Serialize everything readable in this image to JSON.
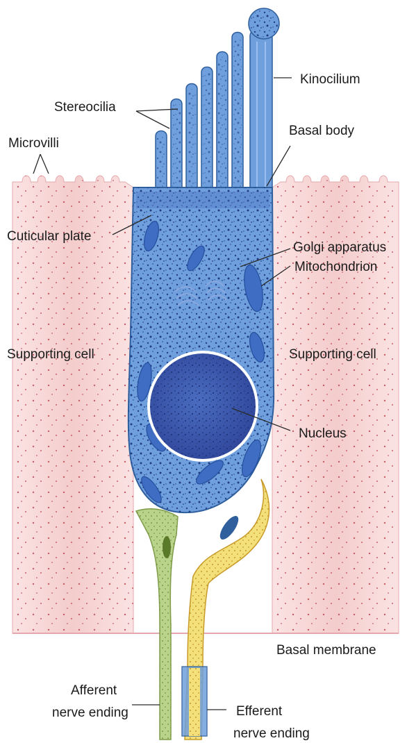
{
  "labels": {
    "kinocilium": "Kinocilium",
    "stereocilia": "Stereocilia",
    "basal_body": "Basal body",
    "microvilli": "Microvilli",
    "cuticular_plate": "Cuticular plate",
    "golgi": "Golgi apparatus",
    "mitochondrion": "Mitochondrion",
    "supporting_cell_left": "Supporting cell",
    "supporting_cell_right": "Supporting cell",
    "nucleus": "Nucleus",
    "basal_membrane": "Basal membrane",
    "afferent_line1": "Afferent",
    "afferent_line2": "nerve ending",
    "efferent_line1": "Efferent",
    "efferent_line2": "nerve ending"
  },
  "colors": {
    "hair_cell": "#6f9fdc",
    "hair_cell_outline": "#2f5f9c",
    "nucleus": "#3f5fae",
    "supporting_cell": "#f6d2d2",
    "supporting_cell_dots": "#b84a55",
    "afferent_nerve": "#b9d38a",
    "efferent_nerve": "#f3e07a"
  }
}
